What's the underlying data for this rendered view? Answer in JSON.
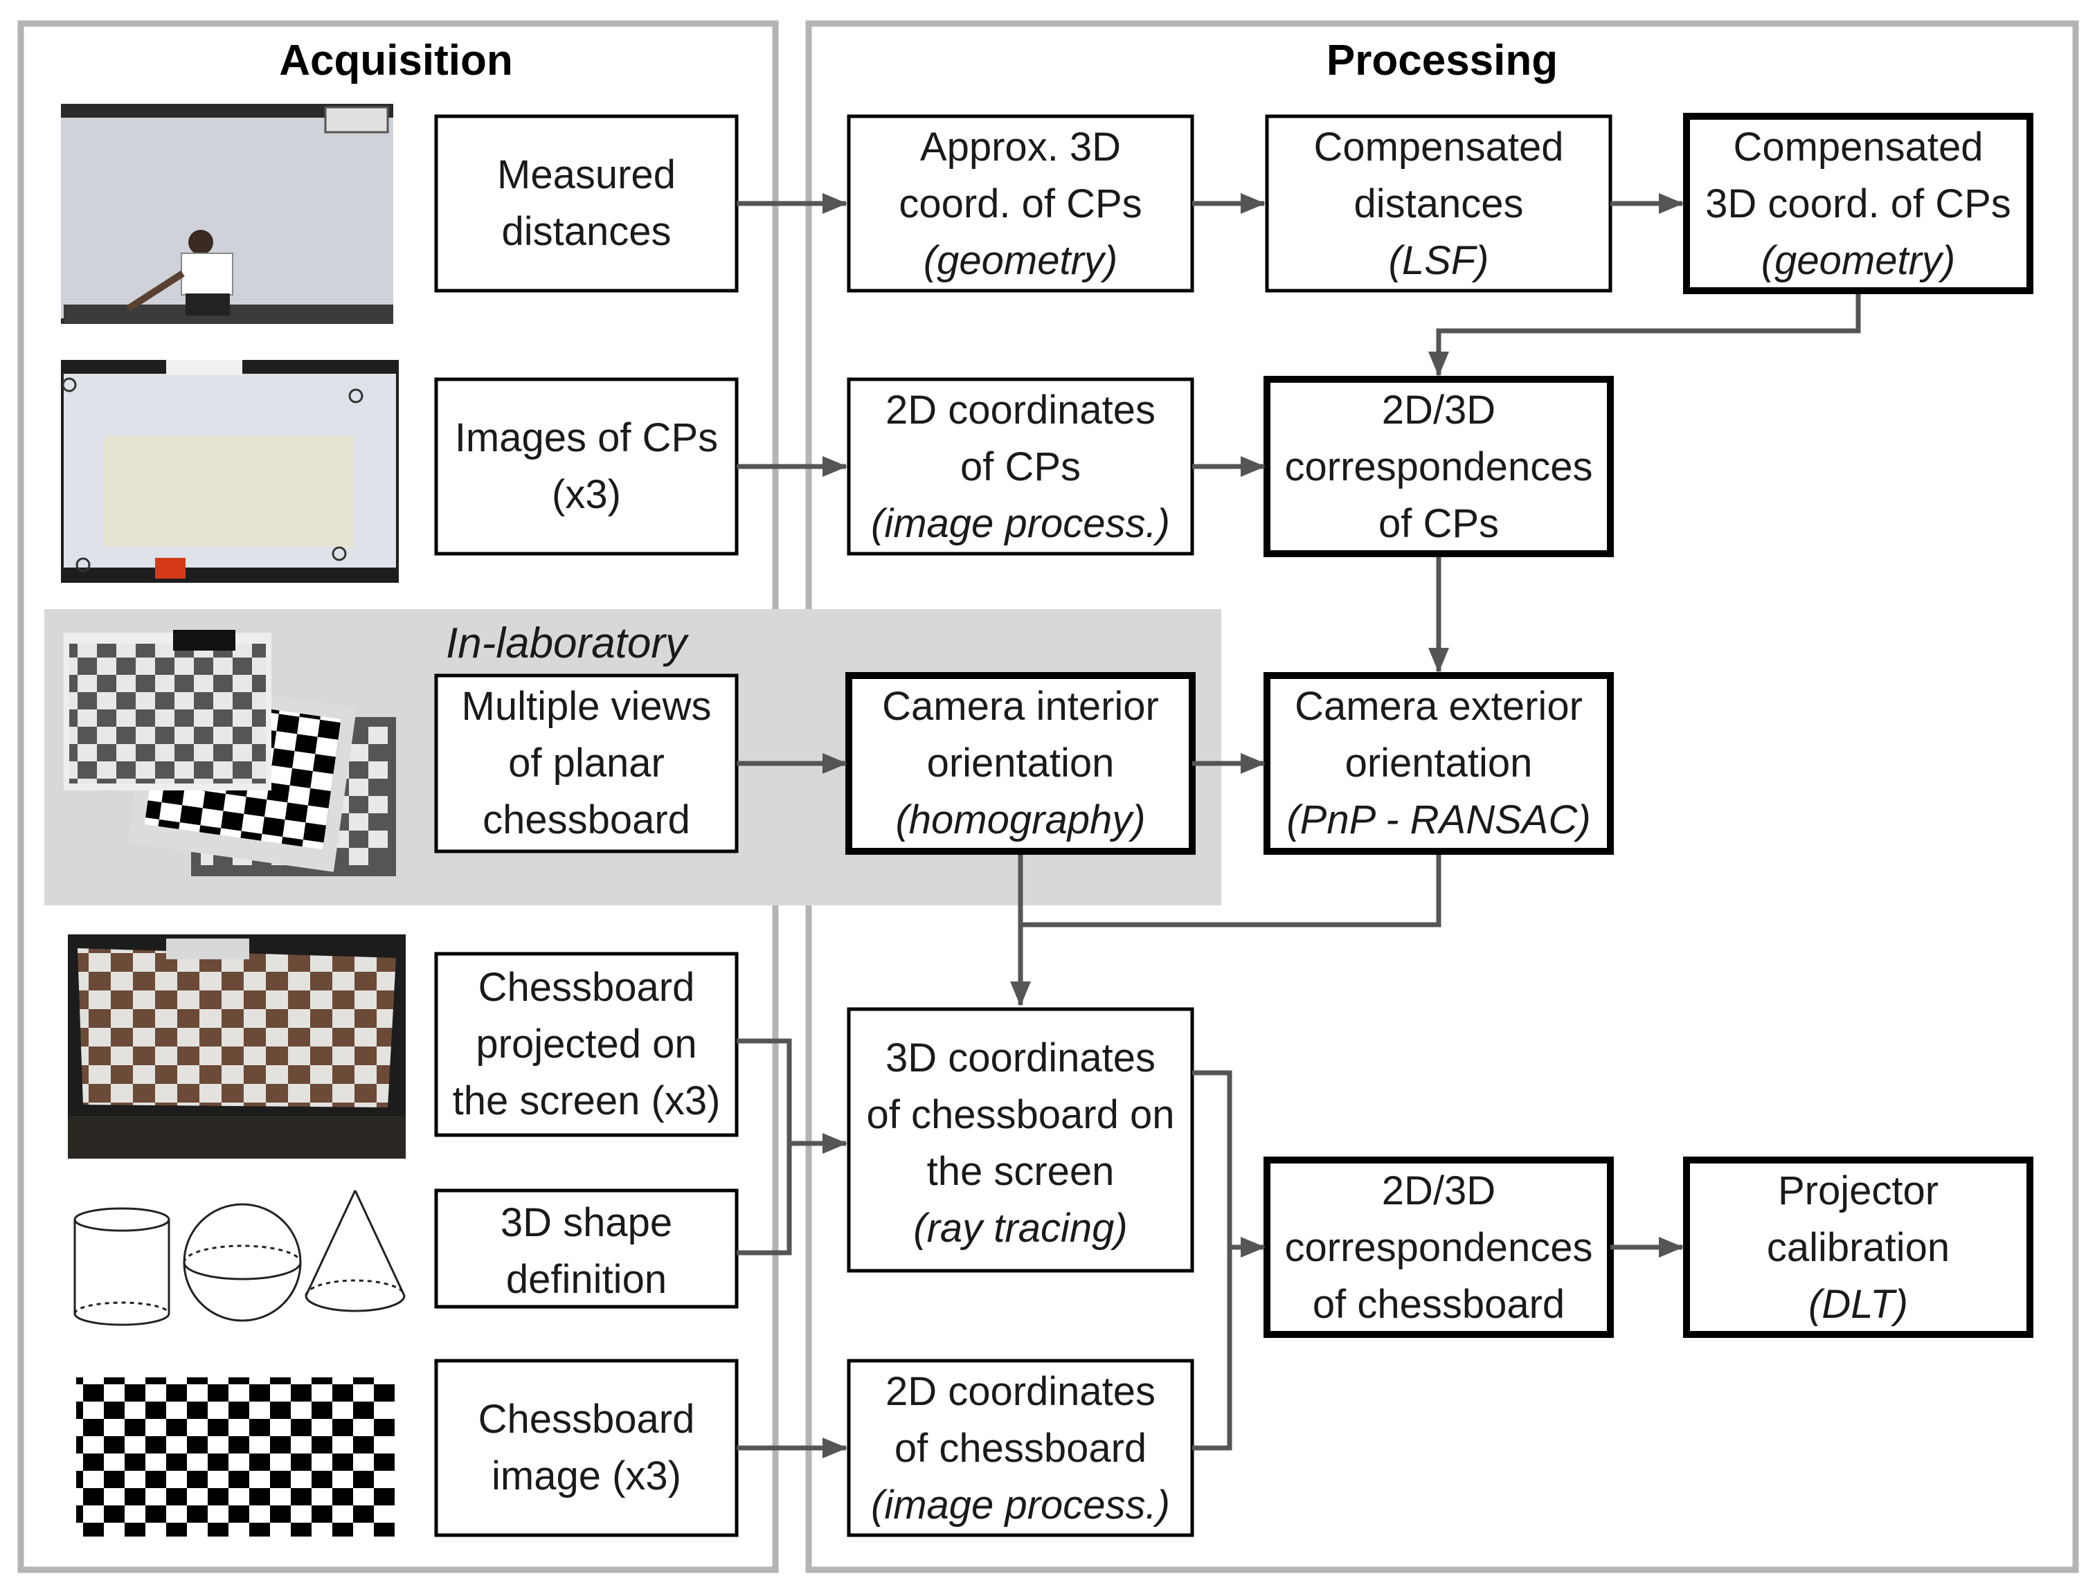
{
  "sections": {
    "acquisition": "Acquisition",
    "processing": "Processing",
    "in_laboratory": "In-laboratory"
  },
  "acquisition_boxes": {
    "measured_distances": [
      "Measured",
      "distances"
    ],
    "images_of_cps": [
      "Images of CPs",
      "(x3)"
    ],
    "multiple_views": [
      "Multiple views",
      "of planar",
      "chessboard"
    ],
    "chessboard_projected": [
      "Chessboard",
      "projected on",
      "the screen (x3)"
    ],
    "shape_definition": [
      "3D shape",
      "definition"
    ],
    "chessboard_image": [
      "Chessboard",
      "image (x3)"
    ]
  },
  "processing_boxes": {
    "approx_3d": {
      "lines": [
        "Approx. 3D",
        "coord. of CPs"
      ],
      "method": "(geometry)"
    },
    "compensated_distances": {
      "lines": [
        "Compensated",
        "distances"
      ],
      "method": "(LSF)"
    },
    "compensated_3d": {
      "lines": [
        "Compensated",
        "3D coord. of CPs"
      ],
      "method": "(geometry)"
    },
    "coords_2d_cps": {
      "lines": [
        "2D coordinates",
        "of CPs"
      ],
      "method": "(image process.)"
    },
    "correspondences_cps": {
      "lines": [
        "2D/3D",
        "correspondences",
        "of CPs"
      ],
      "method": ""
    },
    "camera_interior": {
      "lines": [
        "Camera interior",
        "orientation"
      ],
      "method": "(homography)"
    },
    "camera_exterior": {
      "lines": [
        "Camera exterior",
        "orientation"
      ],
      "method": "(PnP - RANSAC)"
    },
    "coords_3d_chessboard": {
      "lines": [
        "3D coordinates",
        "of chessboard on",
        "the screen"
      ],
      "method": "(ray tracing)"
    },
    "coords_2d_chessboard": {
      "lines": [
        "2D coordinates",
        "of chessboard"
      ],
      "method": "(image process.)"
    },
    "correspondences_chessboard": {
      "lines": [
        "2D/3D",
        "correspondences",
        "of chessboard"
      ],
      "method": ""
    },
    "projector_calibration": {
      "lines": [
        "Projector",
        "calibration"
      ],
      "method": "(DLT)"
    }
  },
  "colors": {
    "panel_border": "#b4b4b4",
    "lab_band": "#d8d8d8",
    "arrow": "#555555"
  }
}
